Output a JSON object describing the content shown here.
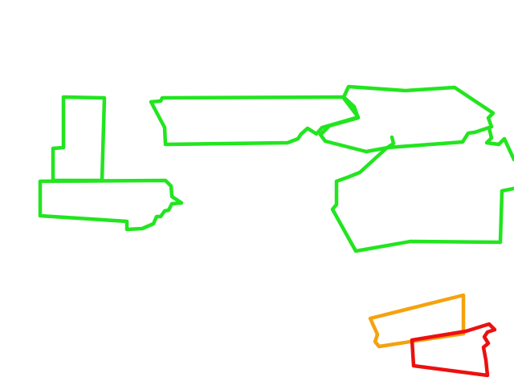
{
  "background_color": "#ffffff",
  "colors": {
    "green": "#22e51f",
    "orange": "#f5a20f",
    "red": "#ec1010"
  },
  "regions": [
    {
      "id": "region-a",
      "color": "green"
    },
    {
      "id": "region-b",
      "color": "green"
    },
    {
      "id": "region-c",
      "color": "green"
    },
    {
      "id": "region-d",
      "color": "green"
    },
    {
      "id": "region-e",
      "color": "green"
    },
    {
      "id": "region-f",
      "color": "green"
    },
    {
      "id": "region-g",
      "color": "orange"
    },
    {
      "id": "region-h",
      "color": "red"
    }
  ]
}
